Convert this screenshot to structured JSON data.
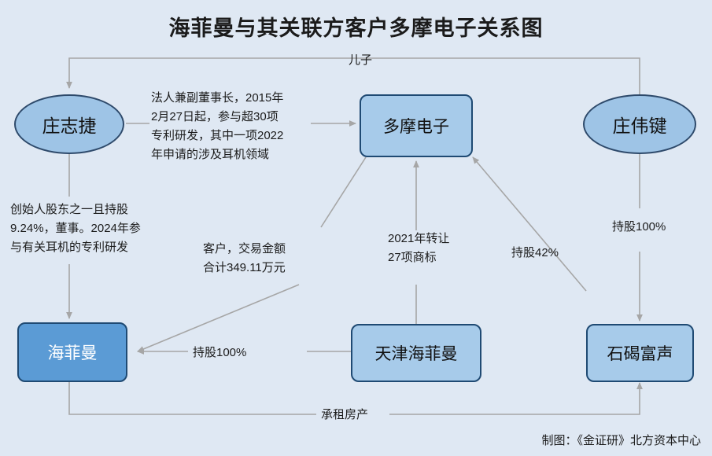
{
  "title": "海菲曼与其关联方客户多摩电子关系图",
  "footer": "制图：《金证研》北方资本中心",
  "colors": {
    "background": "#dfe8f3",
    "node_fill": "#a7cbea",
    "node_accent_fill": "#5b9bd5",
    "node_border": "#1f4a73",
    "ellipse_fill": "#9ec4e6",
    "edge": "#a6a6a6",
    "text": "#1b1b1b"
  },
  "nodes": [
    {
      "id": "zhuangzhijie",
      "label": "庄志捷",
      "shape": "ellipse"
    },
    {
      "id": "duomo",
      "label": "多摩电子",
      "shape": "box"
    },
    {
      "id": "zhuangweijian",
      "label": "庄伟键",
      "shape": "ellipse"
    },
    {
      "id": "haifeiman",
      "label": "海菲曼",
      "shape": "box-accent"
    },
    {
      "id": "tianjinhaifeiman",
      "label": "天津海菲曼",
      "shape": "box"
    },
    {
      "id": "shijiefusheng",
      "label": "石碣富声",
      "shape": "box"
    }
  ],
  "edge_labels": {
    "son": "儿子",
    "legal_rep": "法人兼副董事长，2015年\n2月27日起，参与超30项\n专利研发，其中一项2022\n年申请的涉及耳机领域",
    "founder": "创始人股东之一且持股\n9.24%，董事。2024年参\n与有关耳机的专利研发",
    "customer": "客户，交易金额\n合计349.11万元",
    "trademark": "2021年转让\n27项商标",
    "hold_42": "持股42%",
    "hold_100_right": "持股100%",
    "hold_100_bottom": "持股100%",
    "lease": "承租房产"
  }
}
